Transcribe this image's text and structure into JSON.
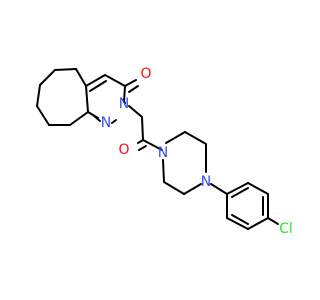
{
  "colors": {
    "bond": "#000000",
    "oxygen": "#ff0d0d",
    "nitrogen": "#3050f8",
    "chlorine": "#1ff01f",
    "background": "#ffffff"
  },
  "atom_labels": {
    "ketone_oxygen": "O",
    "amide_oxygen": "O",
    "pyridazinone_n1": "N",
    "pyridazinone_n2": "N",
    "piperazine_n1": "N",
    "piperazine_n4": "N",
    "chlorine": "Cl"
  }
}
